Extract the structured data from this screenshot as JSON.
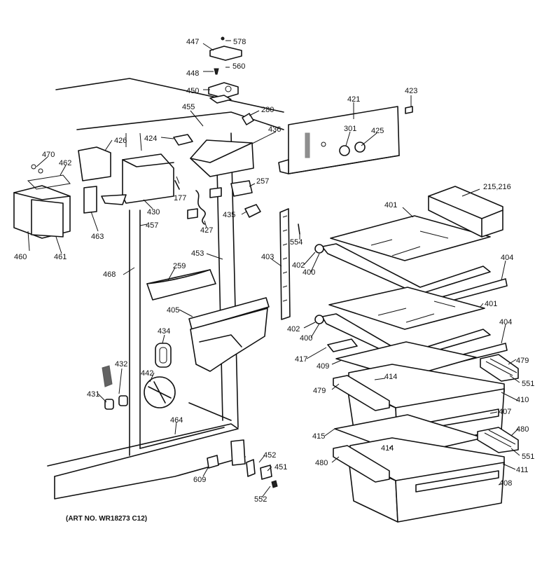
{
  "art_note": "(ART NO. WR18273 C12)",
  "labels": {
    "p447": "447",
    "p578": "578",
    "p448": "448",
    "p560": "560",
    "p450": "450",
    "p421": "421",
    "p423": "423",
    "p455": "455",
    "p280": "280",
    "p301": "301",
    "p425": "425",
    "p426": "426",
    "p424": "424",
    "p436": "436",
    "p470": "470",
    "p462": "462",
    "p430": "430",
    "p177": "177",
    "p257": "257",
    "p215": "215,216",
    "p401a": "401",
    "p463": "463",
    "p457": "457",
    "p427": "427",
    "p435": "435",
    "p554": "554",
    "p460": "460",
    "p461": "461",
    "p453": "453",
    "p403": "403",
    "p402a": "402",
    "p400a": "400",
    "p404a": "404",
    "p468": "468",
    "p259": "259",
    "p401b": "401",
    "p405": "405",
    "p402b": "402",
    "p404b": "404",
    "p434": "434",
    "p400b": "400",
    "p417": "417",
    "p409": "409",
    "p479a": "479",
    "p432": "432",
    "p442": "442",
    "p414a": "414",
    "p551a": "551",
    "p479b": "479",
    "p410": "410",
    "p431": "431",
    "p407": "407",
    "p464": "464",
    "p480a": "480",
    "p415": "415",
    "p414b": "414",
    "p551b": "551",
    "p452": "452",
    "p480b": "480",
    "p411": "411",
    "p451": "451",
    "p609": "609",
    "p408": "408",
    "p552": "552"
  }
}
